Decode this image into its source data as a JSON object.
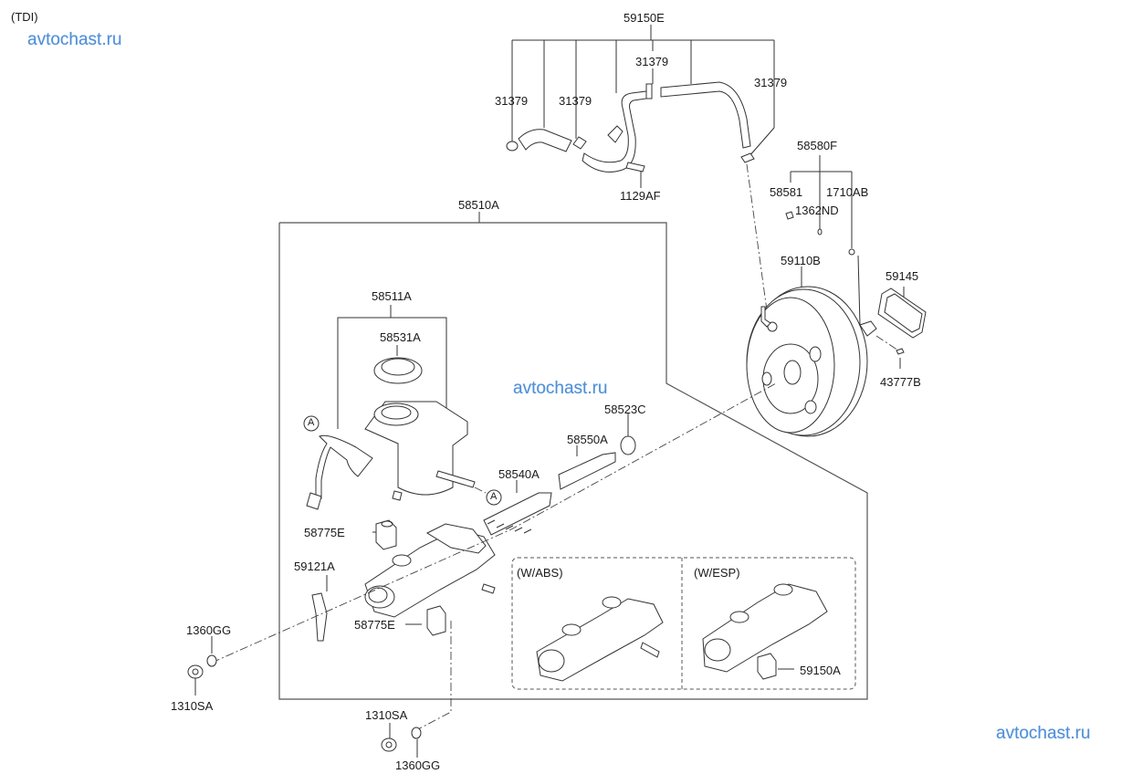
{
  "header": {
    "variant_label": "(TDI)"
  },
  "watermarks": [
    "avtochast.ru",
    "avtochast.ru",
    "avtochast.ru"
  ],
  "callouts": {
    "hose_kit": "59150E",
    "clamp_1": "31379",
    "clamp_2": "31379",
    "clamp_3": "31379",
    "clamp_4": "31379",
    "bolt_hose": "1129AF",
    "master_cyl_assy": "58510A",
    "reservoir_assy": "58511A",
    "reservoir_cap": "58531A",
    "seal_ring": "58523C",
    "piston_secondary": "58550A",
    "piston_primary": "58540A",
    "fitting_upper": "58775E",
    "fitting_lower": "58775E",
    "bracket": "59121A",
    "washer_left": "1360GG",
    "nut_left": "1310SA",
    "nut_bottom": "1310SA",
    "washer_bottom": "1360GG",
    "pin_kit": "58580F",
    "pin": "58581",
    "clip": "1362ND",
    "o_ring": "1710AB",
    "booster": "59110B",
    "gasket": "59145",
    "stud_nut": "43777B",
    "pressure_sensor": "59150A"
  },
  "variants": {
    "abs": "(W/ABS)",
    "esp": "(W/ESP)"
  },
  "connector_markers": {
    "a1": "A",
    "a2": "A"
  }
}
